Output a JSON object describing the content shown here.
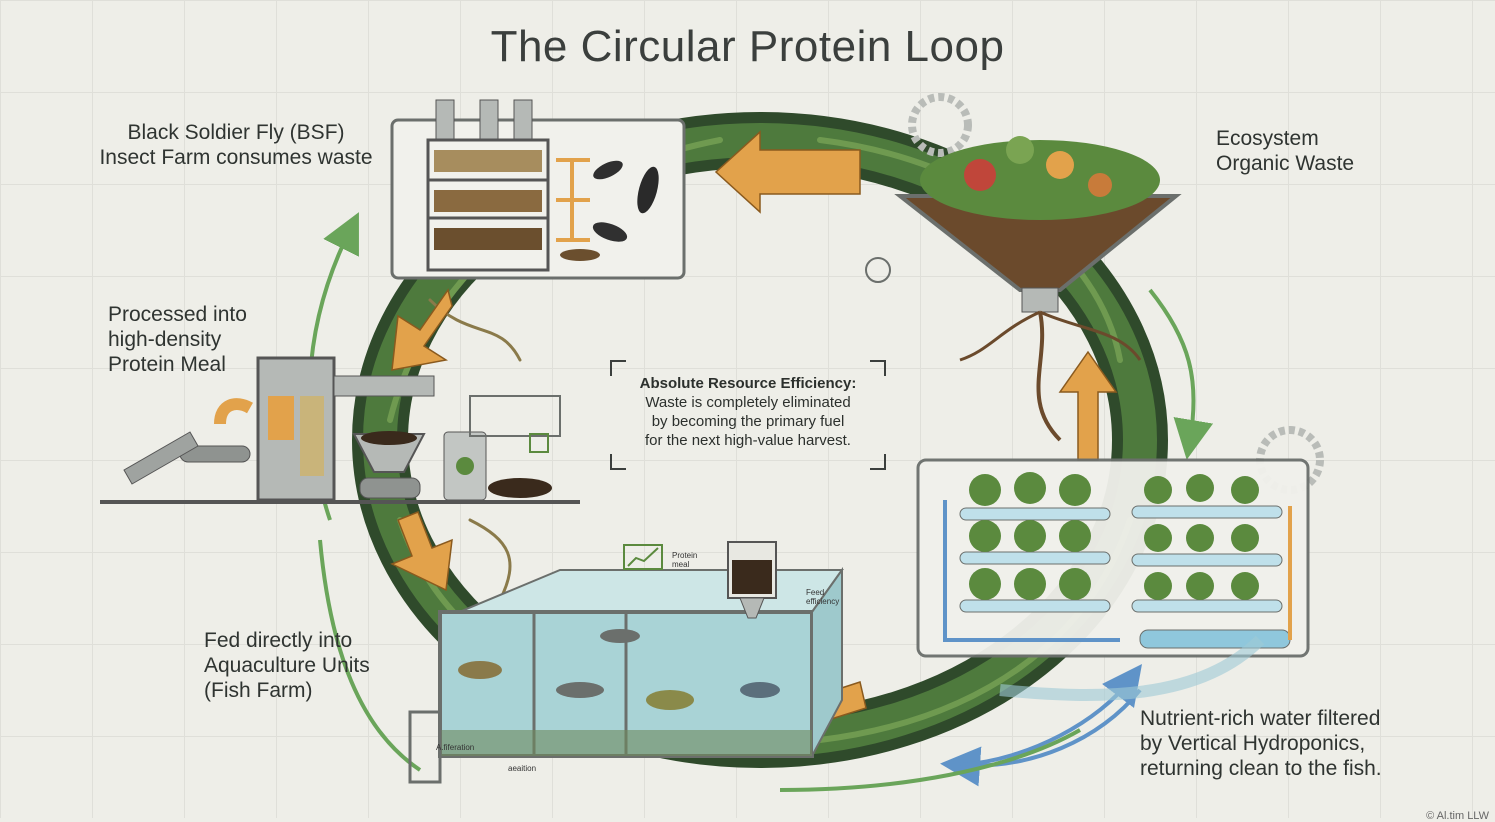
{
  "title": "The Circular Protein Loop",
  "stages": {
    "bsf": [
      "Black Soldier Fly (BSF)",
      "Insect Farm consumes waste"
    ],
    "ecosystem": [
      "Ecosystem",
      "Organic Waste"
    ],
    "processed": [
      "Processed into",
      "high-density",
      "Protein Meal"
    ],
    "fed": [
      "Fed directly into",
      "Aquaculture Units",
      "(Fish Farm)"
    ],
    "hydroponics": [
      "Nutrient-rich water filtered",
      "by Vertical Hydroponics,",
      "returning clean to the fish."
    ]
  },
  "center": {
    "heading": "Absolute Resource Efficiency:",
    "lines": [
      "Waste is completely eliminated",
      "by becoming the primary fuel",
      "for the next high-value harvest."
    ]
  },
  "small_labels": {
    "protein_meal": [
      "Protein",
      "meal"
    ],
    "feed_efficiency": [
      "Feed",
      "efficiency"
    ],
    "afiltration": "A.fiferation",
    "aeration": "aeaition"
  },
  "watermark": "© Al.tim LLW",
  "colors": {
    "vine_dark": "#34512f",
    "vine_light": "#5f8a48",
    "arrow_orange": "#e2a24b",
    "arrow_green": "#6aa55a",
    "arrow_blue": "#5f93c8",
    "water": "#a9d3d6",
    "panel_stroke": "#6b6f6c"
  }
}
